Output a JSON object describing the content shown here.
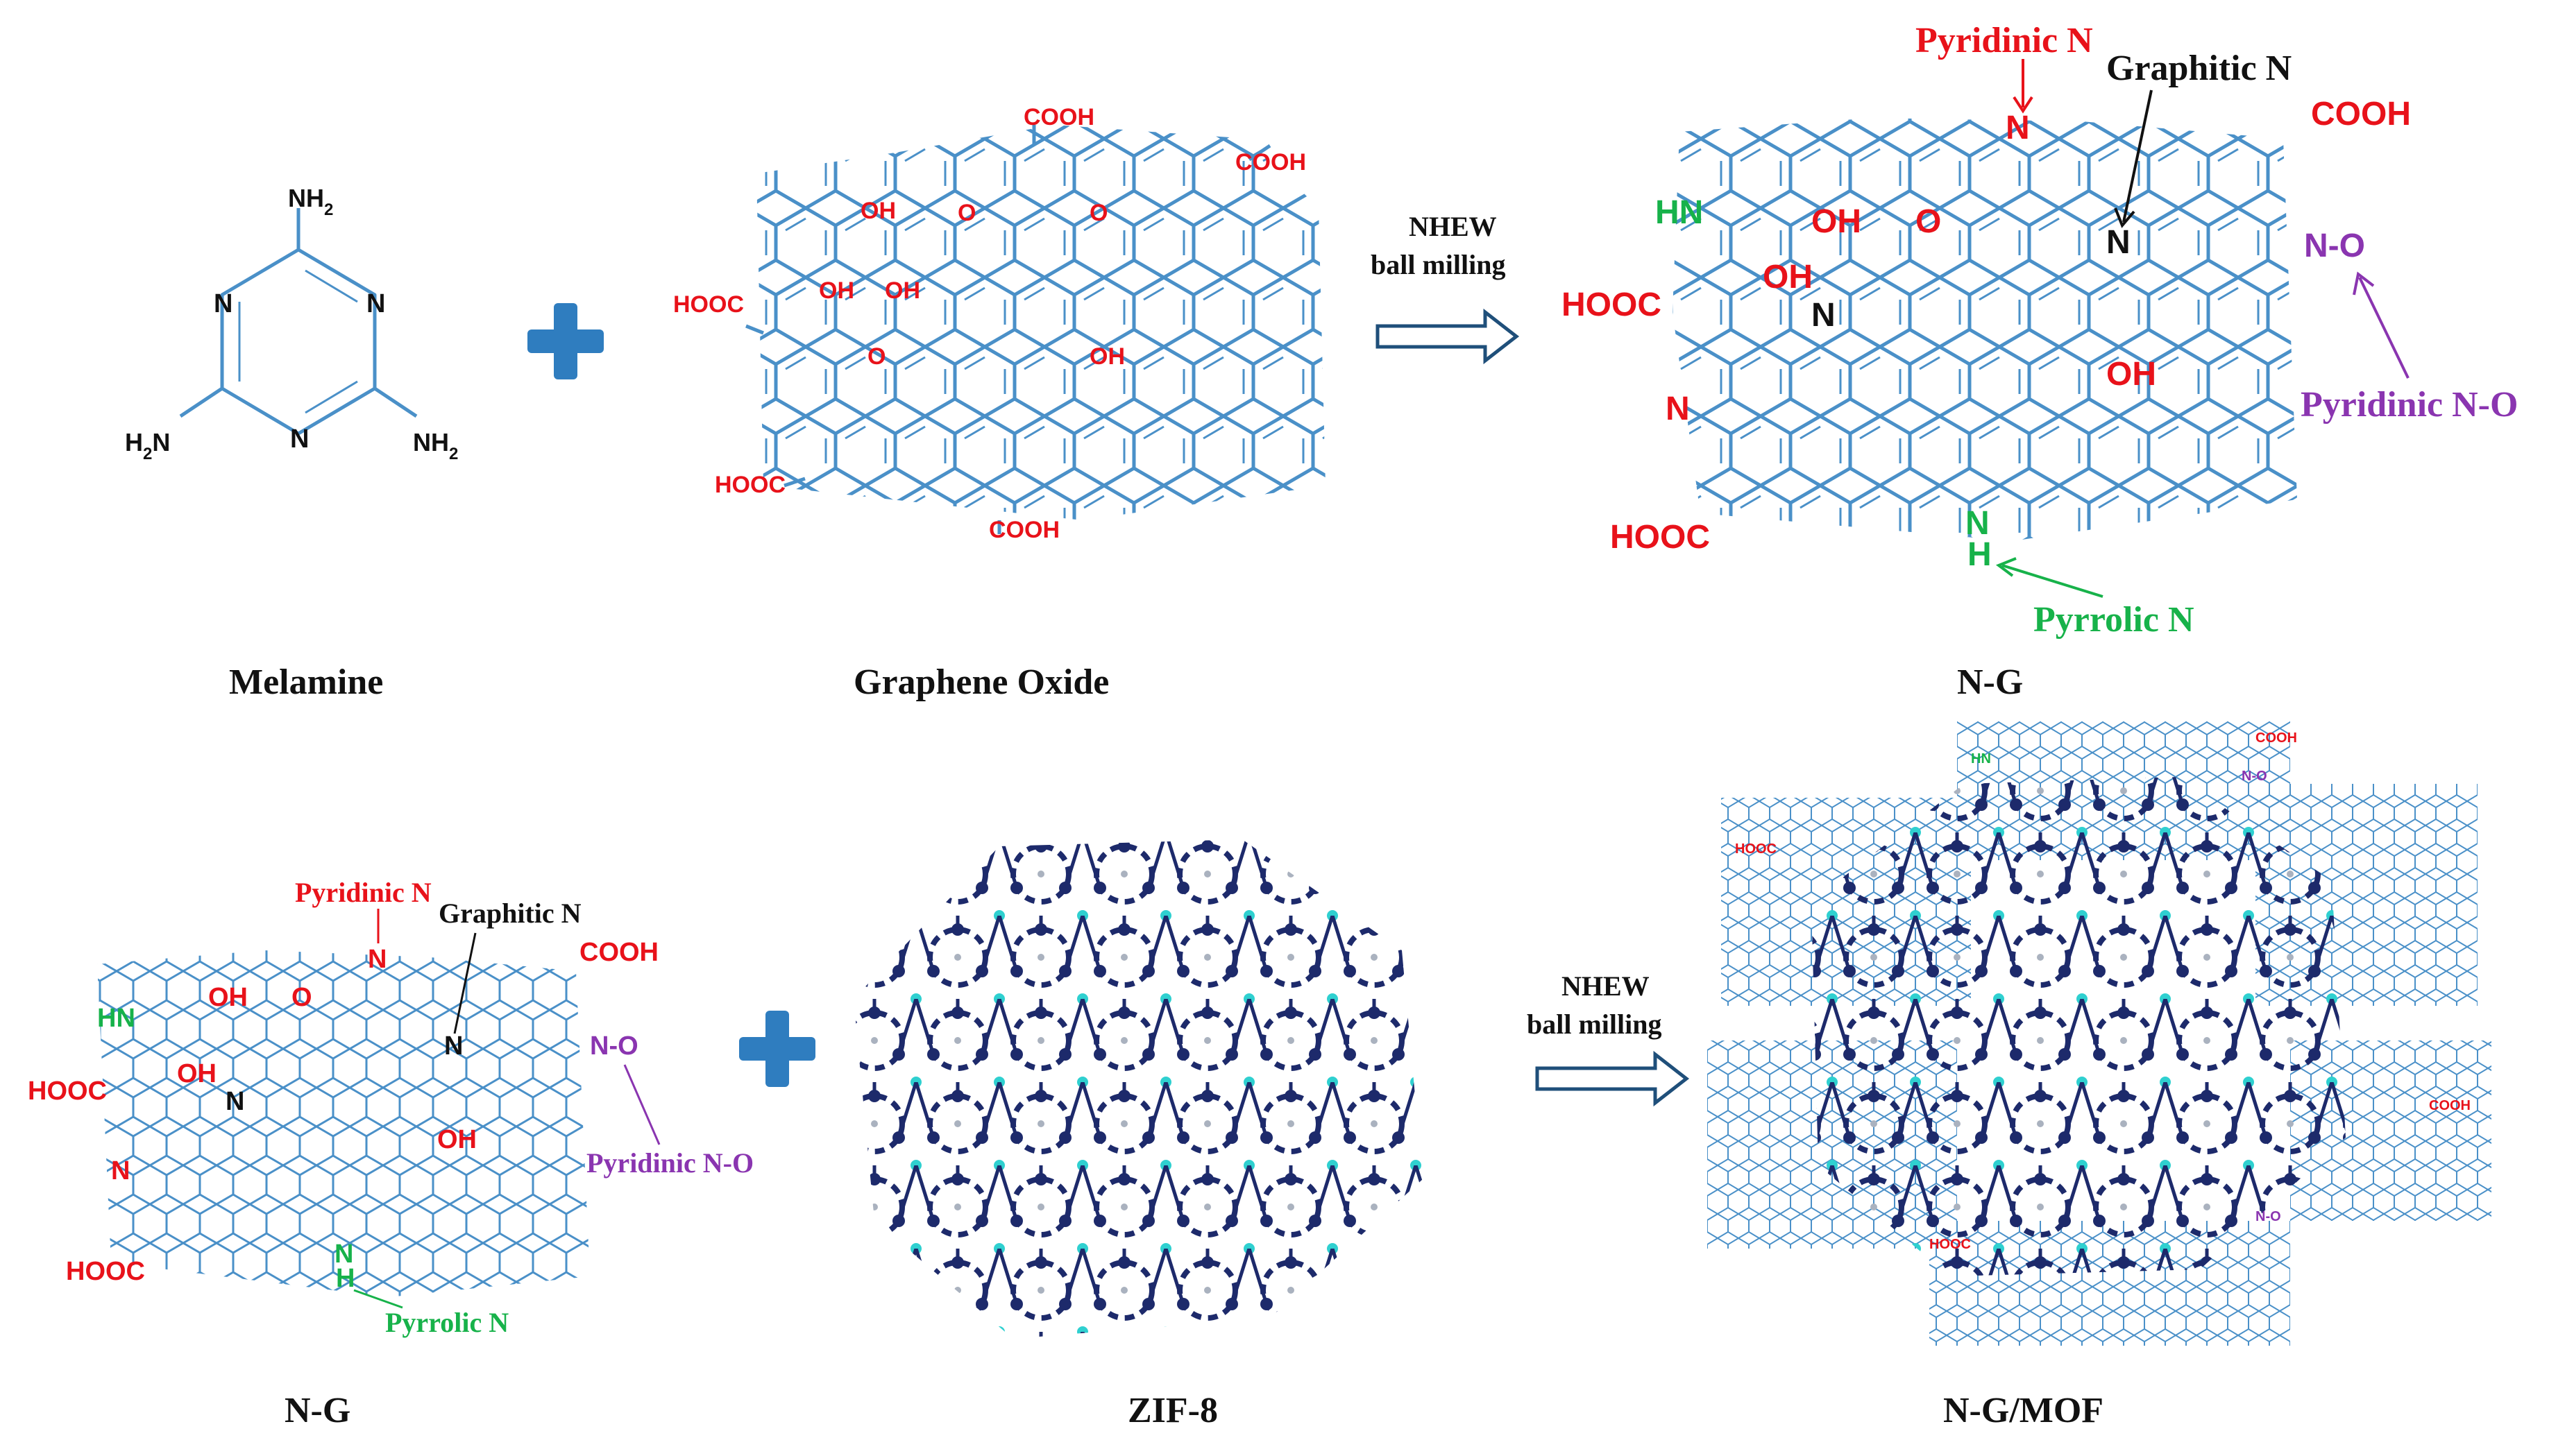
{
  "captions": {
    "melamine": "Melamine",
    "graphene_oxide": "Graphene Oxide",
    "ng_top": "N-G",
    "ng_bottom": "N-G",
    "zif8": "ZIF-8",
    "ngmof": "N-G/MOF"
  },
  "process": {
    "line1": "NHEW",
    "line2": "ball milling"
  },
  "melamine": {
    "amine": "NH",
    "sub2": "2",
    "h2": "H",
    "sub2b": "2",
    "ring_n": "N"
  },
  "groups": {
    "cooh": "COOH",
    "hooc": "HOOC",
    "oh": "OH",
    "o": "O",
    "n": "N",
    "hn": "HN",
    "nh": "N",
    "h": "H",
    "no": "N-O"
  },
  "nitrogen_types": {
    "pyridinic": "Pyridinic N",
    "graphitic": "Graphitic N",
    "pyridinic_no": "Pyridinic N-O",
    "pyrrolic": "Pyrrolic N"
  },
  "colors": {
    "bond": "#4a90c8",
    "oxygen_groups": "#e8121a",
    "pyridinic": "#e8121a",
    "graphitic": "#111111",
    "pyridinic_no": "#8a35b0",
    "pyrrolic": "#17b24a",
    "plus": "#2f7dbf",
    "arrow": "#1f4f7a",
    "mof_node": "#1d2a6b",
    "mof_link": "#2fd0d0"
  }
}
